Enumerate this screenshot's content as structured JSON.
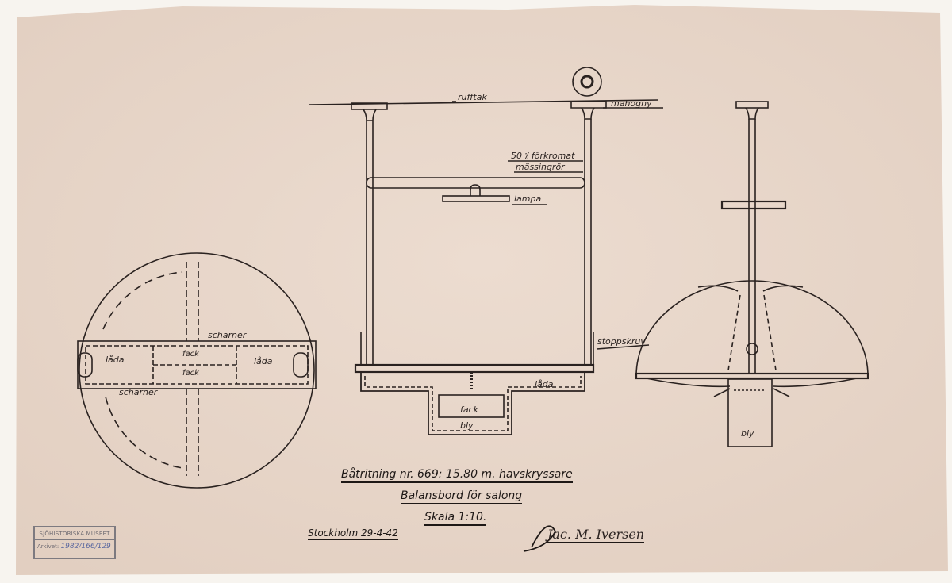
{
  "drawing": {
    "labels": {
      "rufftak": "rufftak",
      "mahogny": "mahogny",
      "tube_line1": "50 ⁒ förkromat",
      "tube_line2": "mässingrör",
      "lampa": "lampa",
      "stoppskruv": "stoppskruv",
      "lada_front": "låda",
      "fack_front": "fack",
      "bly_front": "bly",
      "bly_side": "bly",
      "scharner_top": "scharner",
      "scharner_bottom": "scharner",
      "lada_left": "låda",
      "lada_right": "låda",
      "fack_top": "fack",
      "fack_bottom": "fack"
    },
    "title_block": {
      "line1": "Båtritning nr. 669: 15.80 m. havskryssare",
      "line2": "Balansbord för salong",
      "line3": "Skala 1:10.",
      "place_date": "Stockholm 29-4-42",
      "signature": "Jac. M. Iversen"
    },
    "stamp": {
      "museum": "SJÖHISTORISKA MUSEET",
      "archive_label": "Arkivet:",
      "archive_number": "1982/166/129"
    },
    "colors": {
      "paper": "#e9d9cc",
      "ink": "#2a2220"
    }
  }
}
